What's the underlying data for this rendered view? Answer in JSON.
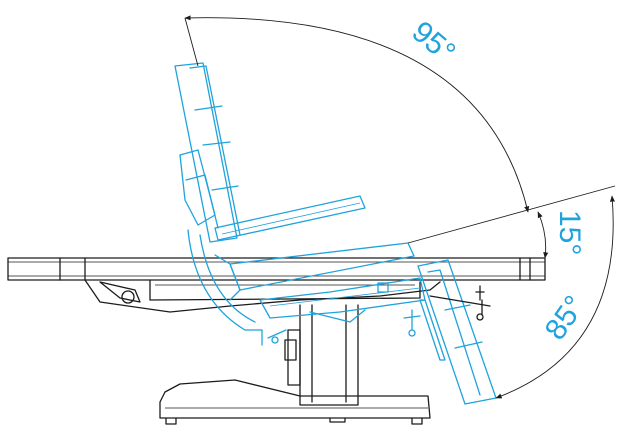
{
  "annotations": {
    "angle_backrest": "95°",
    "angle_seat": "15°",
    "angle_legrest": "85°"
  },
  "colors": {
    "outline": "#1c1c1c",
    "adjusted_position": "#1fa3dd",
    "background": "#ffffff"
  }
}
